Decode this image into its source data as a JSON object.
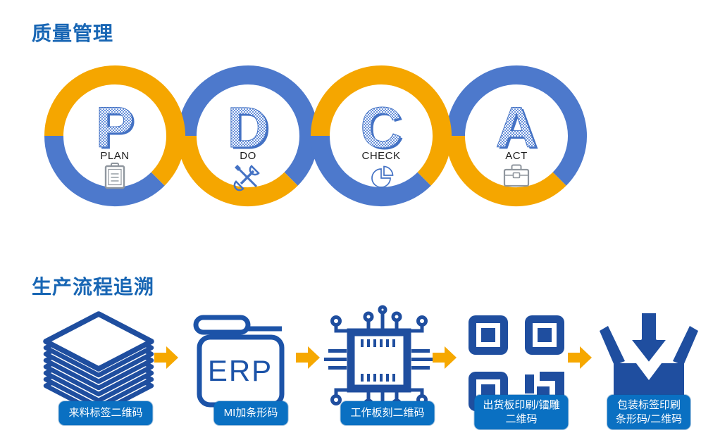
{
  "sections": {
    "quality_title": "质量管理",
    "trace_title": "生产流程追溯"
  },
  "pdca": {
    "items": [
      {
        "letter": "P",
        "label": "PLAN",
        "icon": "clipboard-icon",
        "ring_top": "orange",
        "ring_bottom": "blue"
      },
      {
        "letter": "D",
        "label": "DO",
        "icon": "tools-icon",
        "ring_top": "blue",
        "ring_bottom": "orange"
      },
      {
        "letter": "C",
        "label": "CHECK",
        "icon": "pie-chart-icon",
        "ring_top": "orange",
        "ring_bottom": "blue"
      },
      {
        "letter": "A",
        "label": "ACT",
        "icon": "toolbox-icon",
        "ring_top": "blue",
        "ring_bottom": "orange"
      }
    ]
  },
  "flow": {
    "steps": [
      {
        "icon": "paper-stack-icon",
        "lines": [
          "来料标签二维码"
        ]
      },
      {
        "icon": "erp-binder-icon",
        "erp_text": "ERP",
        "lines": [
          "MI加条形码"
        ]
      },
      {
        "icon": "circuit-board-icon",
        "lines": [
          "工作板刻二维码"
        ]
      },
      {
        "icon": "qr-code-icon",
        "lines": [
          "出货板印刷/镭雕",
          "二维码"
        ]
      },
      {
        "icon": "packing-box-icon",
        "lines": [
          "包装标签印刷",
          "条形码/二维码"
        ]
      }
    ]
  },
  "colors": {
    "title_blue": "#1866B4",
    "ring_orange": "#F5A600",
    "ring_blue": "#4D79CC",
    "letter_blue": "#4472C4",
    "letter_pattern_blue": "#6A92DA",
    "label_dark": "#1B1B1B",
    "icon_navy": "#1F4E9F",
    "erp_blue": "#1C53A8",
    "icon_gray": "#8F969E",
    "arrow_orange": "#F6A800",
    "banner_blue": "#0A70C2",
    "banner_text": "#FFFFFF"
  }
}
